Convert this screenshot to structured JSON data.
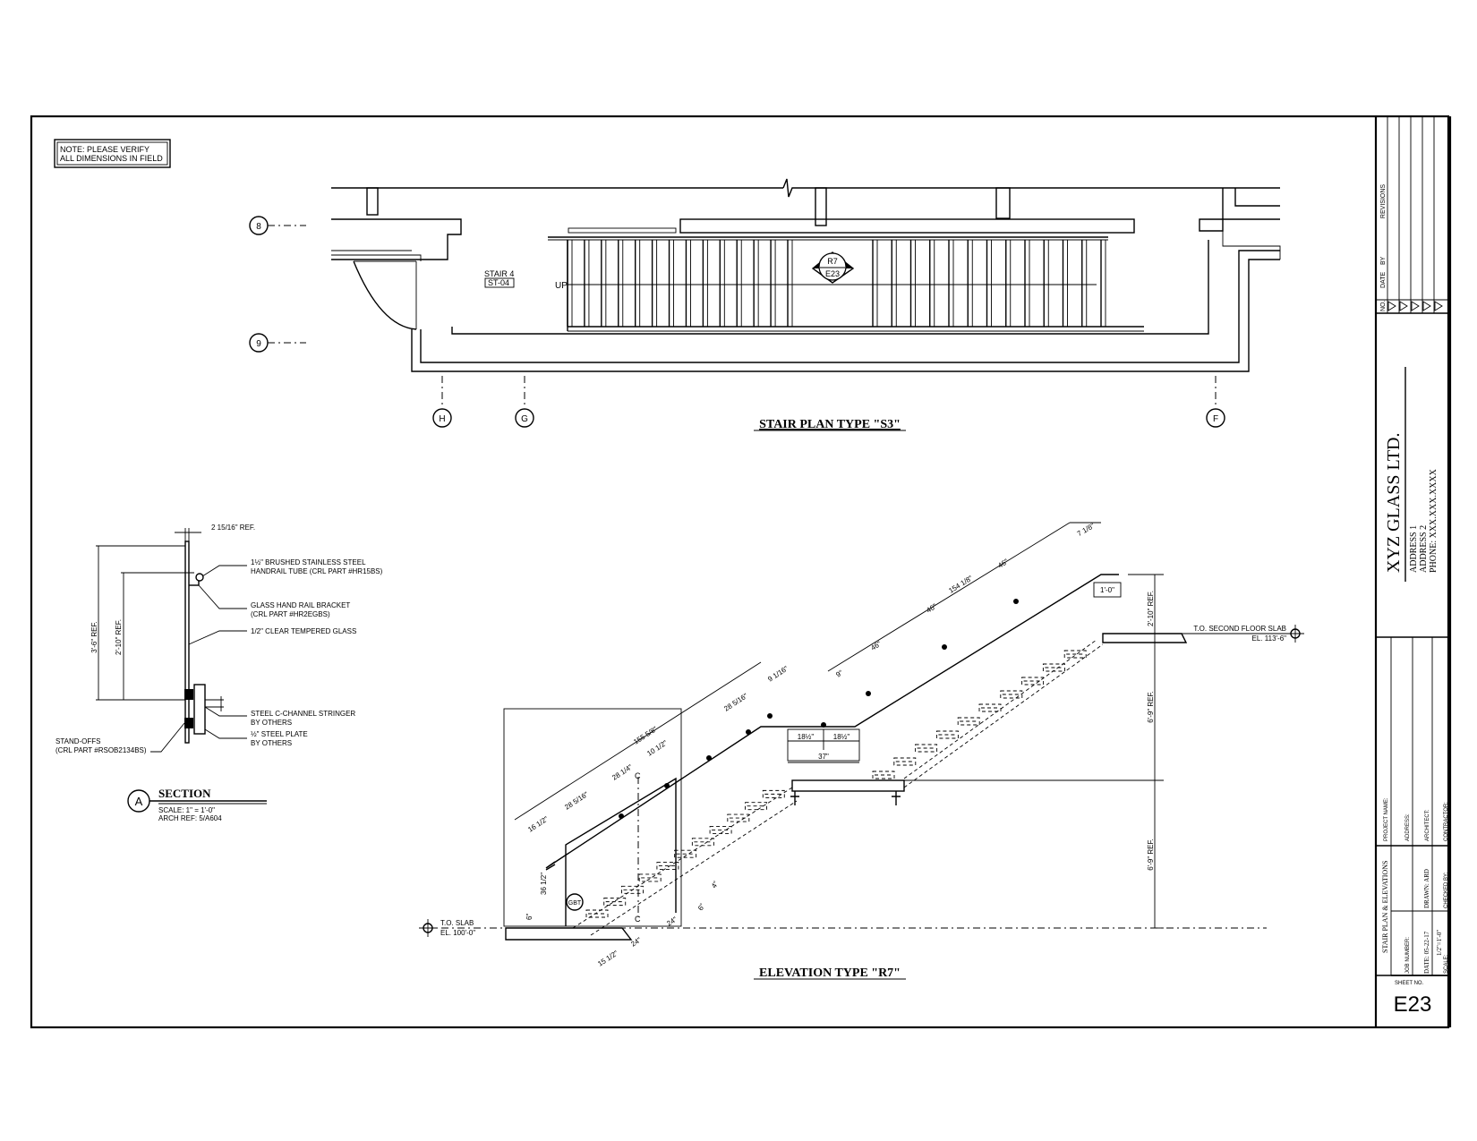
{
  "note": {
    "line1": "NOTE: PLEASE VERIFY",
    "line2": "ALL DIMENSIONS IN FIELD"
  },
  "plan": {
    "title": "STAIR PLAN TYPE \"S3\"",
    "stair_label": "STAIR 4",
    "stair_code": "ST-04",
    "up_label": "UP",
    "callout_top": "R7",
    "callout_bottom": "E23",
    "grid_8": "8",
    "grid_9": "9",
    "grid_h": "H",
    "grid_g": "G",
    "grid_f": "F"
  },
  "section": {
    "letter": "A",
    "title": "SECTION",
    "scale": "SCALE: 1\" = 1'-0\"",
    "arch_ref": "ARCH REF: 5/A604",
    "dim_top": "2 15/16\" REF.",
    "dim_outer": "3'-6\" REF.",
    "dim_inner": "2'-10\" REF.",
    "callout_tube_1": "1½\" BRUSHED STAINLESS STEEL",
    "callout_tube_2": "HANDRAIL TUBE (CRL PART #HR15BS)",
    "callout_bracket_1": "GLASS HAND RAIL BRACKET",
    "callout_bracket_2": "(CRL PART #HR2EGBS)",
    "callout_glass": "1/2\" CLEAR TEMPERED GLASS",
    "callout_channel_1": "STEEL C-CHANNEL STRINGER",
    "callout_channel_2": "BY OTHERS",
    "callout_plate_1": "½\" STEEL PLATE",
    "callout_plate_2": "BY OTHERS",
    "callout_standoff_1": "STAND-OFFS",
    "callout_standoff_2": "(CRL PART #RSOB2134BS)"
  },
  "elevation": {
    "title": "ELEVATION TYPE \"R7\"",
    "top_slab_1": "T.O. SECOND FLOOR SLAB",
    "top_slab_2": "EL. 113'-6\"",
    "bottom_slab_1": "T.O. SLAB",
    "bottom_slab_2": "EL. 100'-0\"",
    "section_tag": "GBT",
    "cut_mark": "C",
    "dims": {
      "rail_1": "7 1/8\"",
      "rail_2": "154 1/8\"",
      "rail_3": "46\"",
      "rail_4": "46\"",
      "rail_5": "46\"",
      "rail_6": "9\"",
      "one_ft": "1'-0\"",
      "ht_rail": "2'-10\" REF.",
      "ht_upper": "6'-9\" REF.",
      "ht_lower": "6'-9\" REF.",
      "lower_1": "9 1/16\"",
      "lower_2": "28 5/16\"",
      "lower_3": "155 5/8\"",
      "lower_4": "10 1/2\"",
      "lower_5": "28 1/4\"",
      "lower_6": "28 5/16\"",
      "lower_7": "16 1/2\"",
      "landing_a": "18½\"",
      "landing_b": "18½\"",
      "landing_total": "37\"",
      "glass_h": "36 1/2\"",
      "six_a": "6\"",
      "six_b": "6\"",
      "four": "4\"",
      "base_1": "15 1/2\"",
      "base_2": "24\"",
      "base_3": "24\""
    }
  },
  "title_block": {
    "company": "XYZ GLASS LTD.",
    "address1": "ADDRESS 1",
    "address2": "ADDRESS 2",
    "phone": "PHONE: XXX.XXX.XXXX",
    "revisions": "REVISIONS",
    "rev_no": "NO.",
    "rev_date": "DATE",
    "rev_by": "BY",
    "project_name": "PROJECT NAME:",
    "address_label": "ADDRESS:",
    "architect": "ARCHITECT:",
    "contractor": "CONTRACTOR:",
    "sheet_title": "STAIR PLAN & ELEVATIONS",
    "job_number": "JOB NUMBER:",
    "date": "DATE: 05-22-17",
    "drawn": "DRAWN: ARD",
    "checked": "CHECKED BY:",
    "scale_label": "SCALE:",
    "scale_value": "1/2\"=1'-0\"",
    "sheet_no_label": "SHEET   NO.",
    "sheet_no": "E23"
  }
}
